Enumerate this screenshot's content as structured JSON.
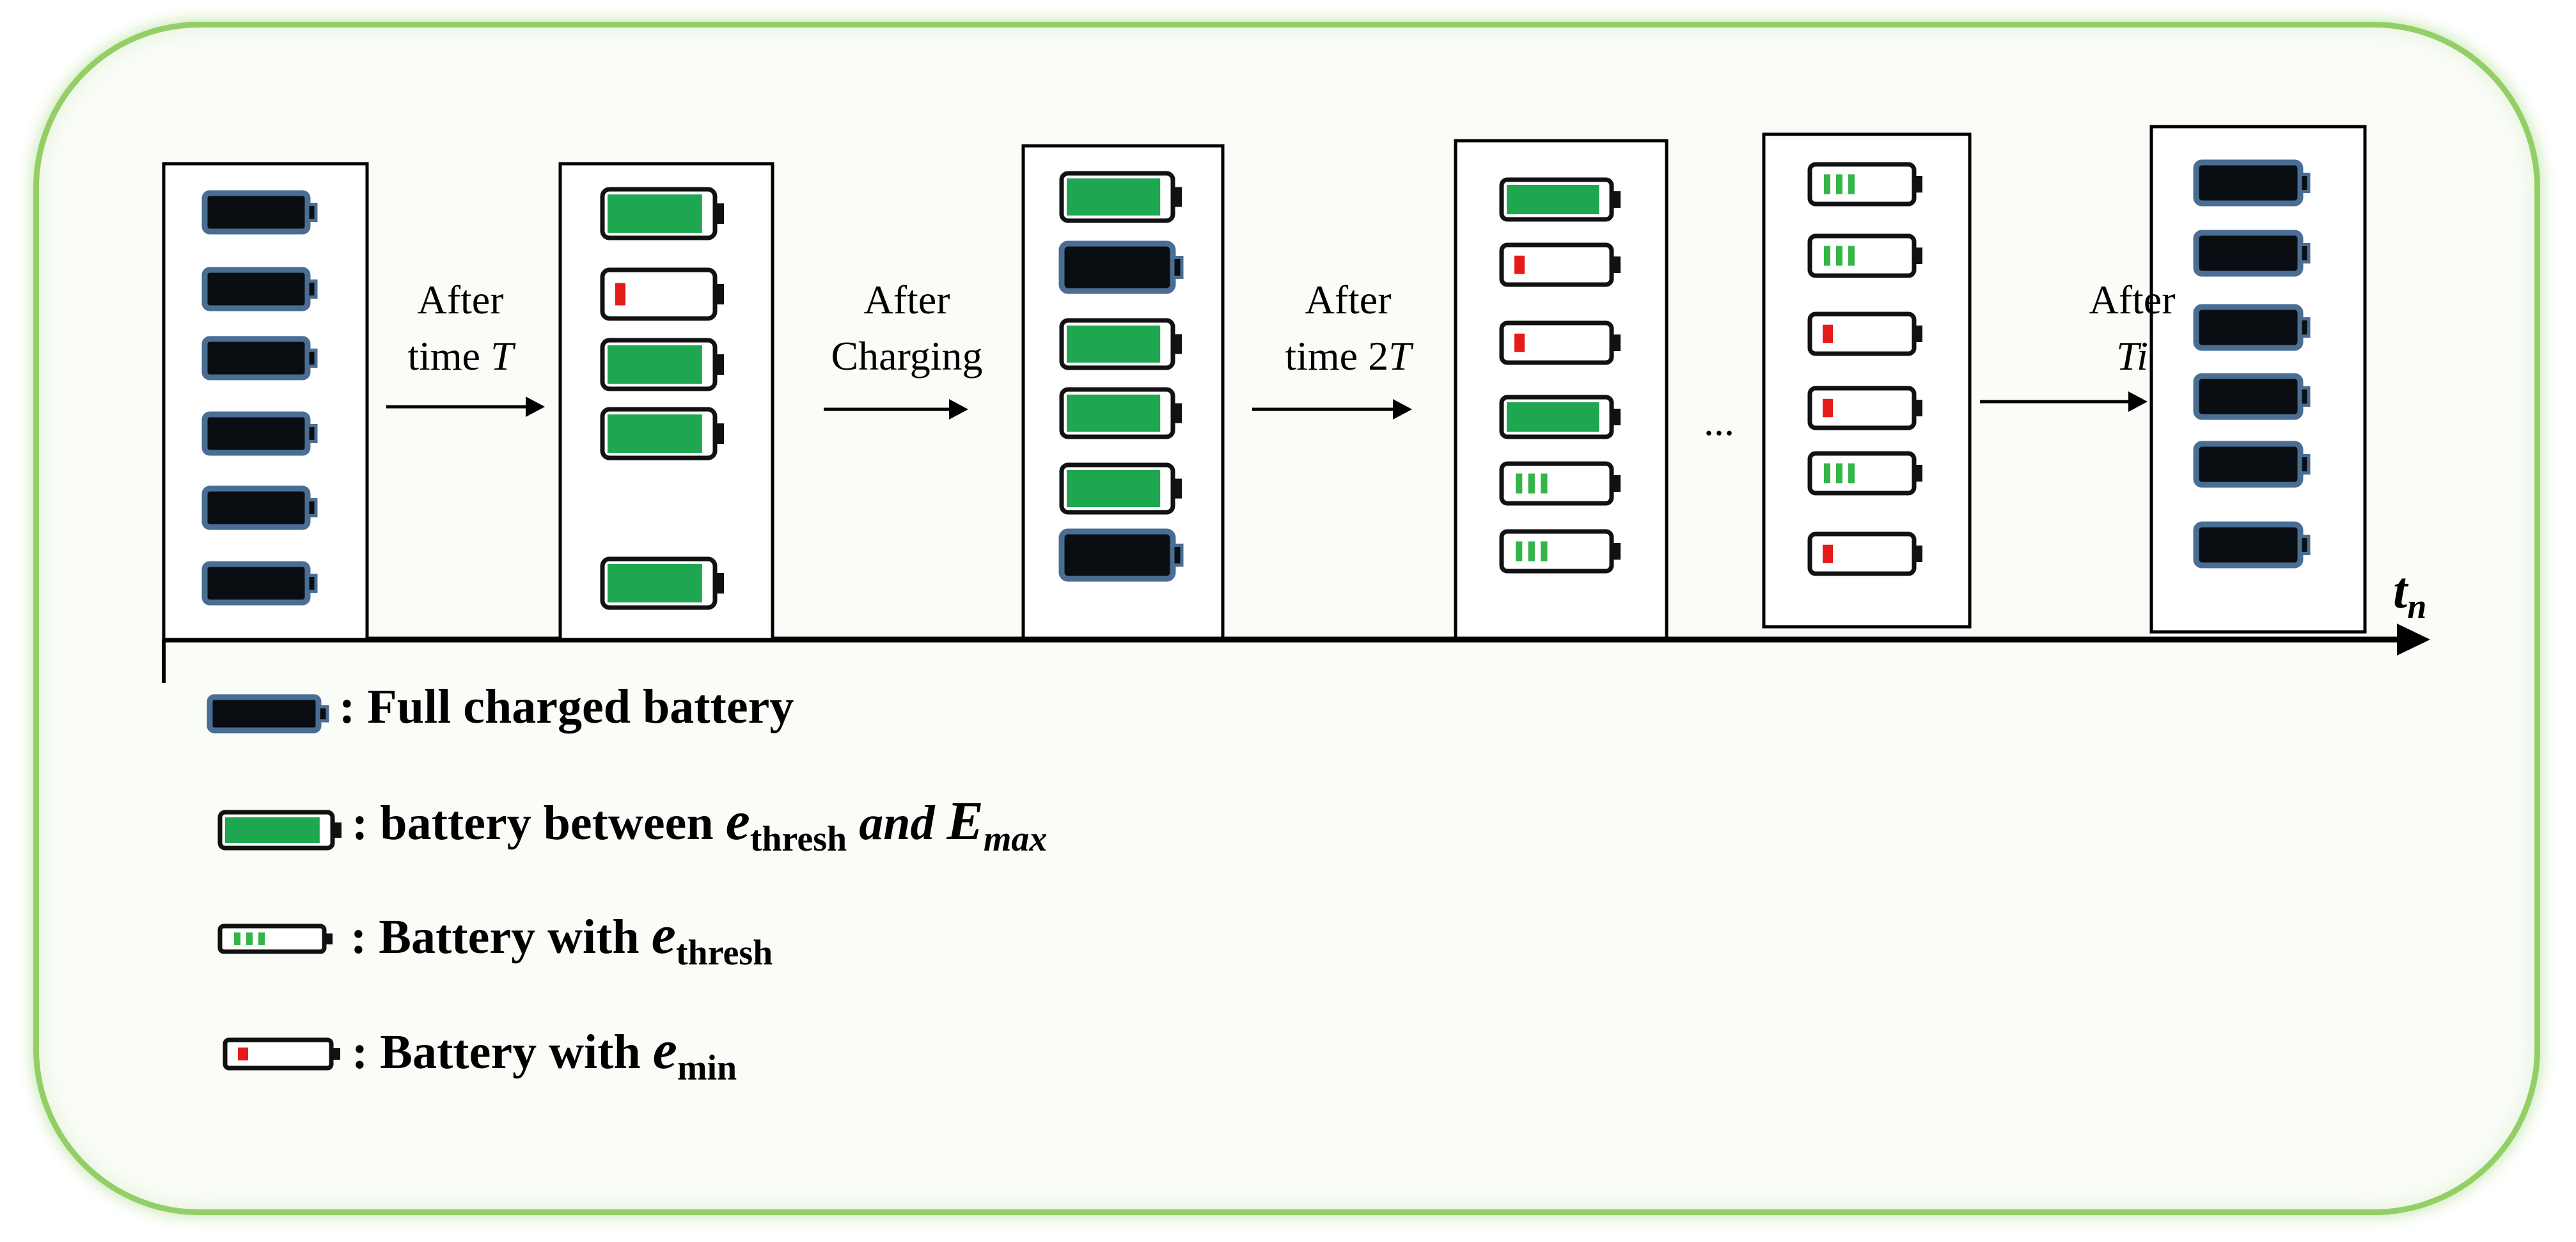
{
  "colors": {
    "frame_border": "#93cf66",
    "full_fill": "#0a0e12",
    "full_outline": "#4a6e93",
    "green_fill": "#1ea650",
    "green_outline": "#111111",
    "empty_outline": "#111111",
    "min_mark": "#e51b1b",
    "thresh_mark": "#35b549"
  },
  "columns": [
    {
      "name": "column-initial",
      "batteries": [
        "full",
        "full",
        "full",
        "full",
        "full",
        "full"
      ]
    },
    {
      "name": "column-after-t",
      "batteries": [
        "green",
        "min",
        "green",
        "green",
        "none",
        "green"
      ]
    },
    {
      "name": "column-after-charging",
      "batteries": [
        "green",
        "full",
        "green",
        "green",
        "green",
        "full"
      ]
    },
    {
      "name": "column-after-2t",
      "batteries": [
        "green",
        "min",
        "min",
        "green",
        "thresh",
        "thresh"
      ]
    },
    {
      "name": "column-intermediate",
      "batteries": [
        "thresh",
        "thresh",
        "min",
        "min",
        "thresh",
        "min"
      ]
    },
    {
      "name": "column-final",
      "batteries": [
        "full",
        "full",
        "full",
        "full",
        "full",
        "full"
      ]
    }
  ],
  "transitions": [
    {
      "line1": "After",
      "line2_prefix": "time ",
      "line2_italic": "T"
    },
    {
      "line1": "After",
      "line2_prefix": "Charging",
      "line2_italic": ""
    },
    {
      "line1": "After",
      "line2_prefix": "time 2",
      "line2_italic": "T"
    },
    {
      "line1": "After",
      "line2_prefix": "",
      "line2_italic": "Ti"
    }
  ],
  "ellipsis": "...",
  "axis": {
    "label_main": "t",
    "label_sub": "n"
  },
  "legend": [
    {
      "type": "full",
      "parts": [
        ": Full charged battery"
      ]
    },
    {
      "type": "green",
      "parts": [
        ": battery between ",
        "e",
        "thresh",
        " and ",
        "E",
        "max"
      ]
    },
    {
      "type": "thresh",
      "parts": [
        ": Battery with ",
        "e",
        "thresh"
      ]
    },
    {
      "type": "min",
      "parts": [
        ": Battery with ",
        "e",
        "min"
      ]
    }
  ]
}
